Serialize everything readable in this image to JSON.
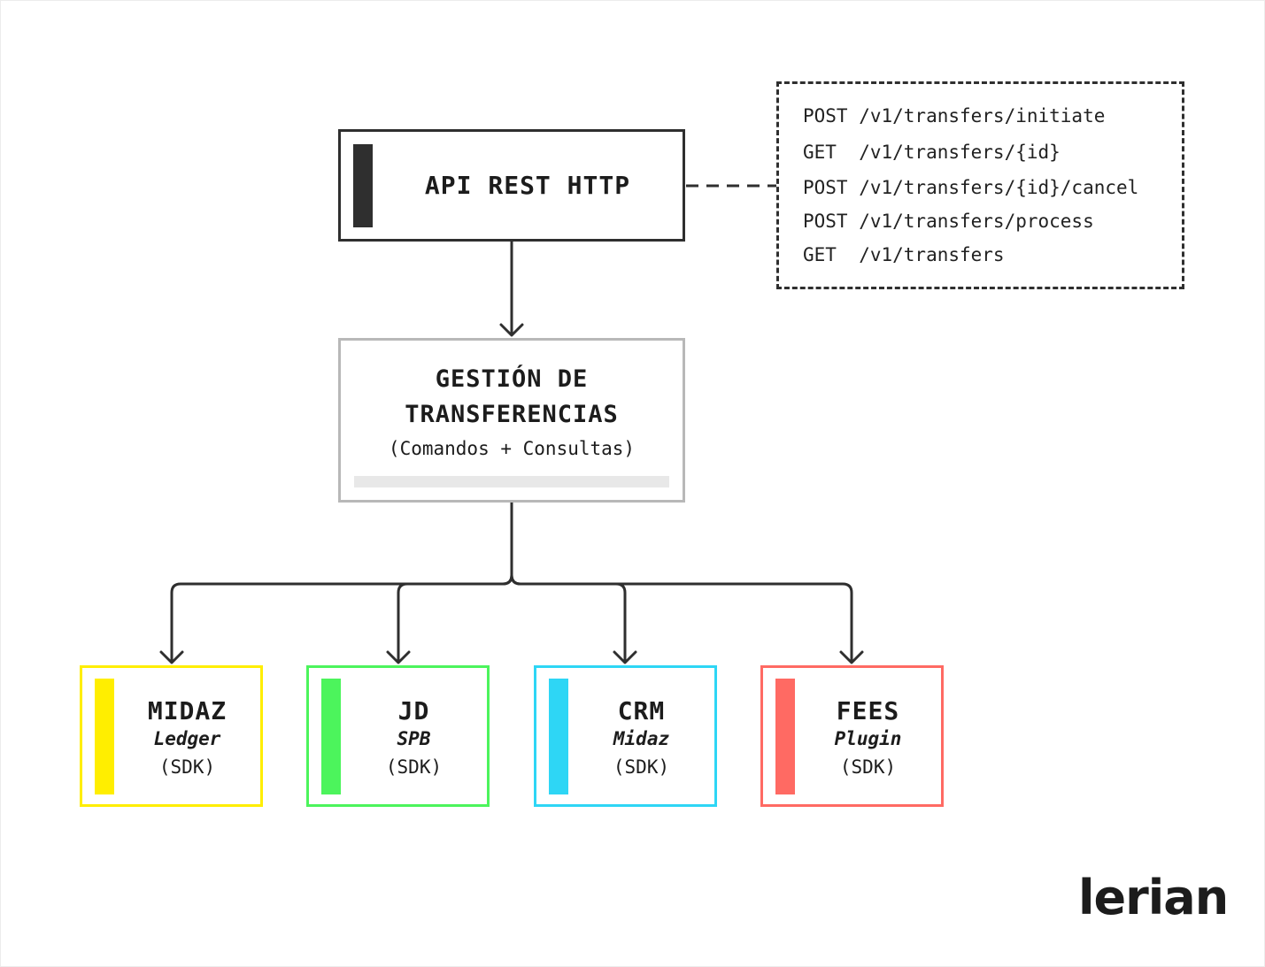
{
  "api": {
    "title": "API REST HTTP",
    "accent_color": "#2f2f2f"
  },
  "endpoints": [
    "POST /v1/transfers/initiate",
    "GET  /v1/transfers/{id}",
    "POST /v1/transfers/{id}/cancel",
    "POST /v1/transfers/process",
    "GET  /v1/transfers"
  ],
  "gestion": {
    "line1": "GESTIÓN DE",
    "line2": "TRANSFERENCIAS",
    "subtitle": "(Comandos + Consultas)"
  },
  "services": [
    {
      "name": "MIDAZ",
      "sub": "Ledger",
      "kind": "(SDK)",
      "color": "#ffee00"
    },
    {
      "name": "JD",
      "sub": "SPB",
      "kind": "(SDK)",
      "color": "#4cf45c"
    },
    {
      "name": "CRM",
      "sub": "Midaz",
      "kind": "(SDK)",
      "color": "#2ed6f5"
    },
    {
      "name": "FEES",
      "sub": "Plugin",
      "kind": "(SDK)",
      "color": "#ff6a63"
    }
  ],
  "logo": "lerian"
}
